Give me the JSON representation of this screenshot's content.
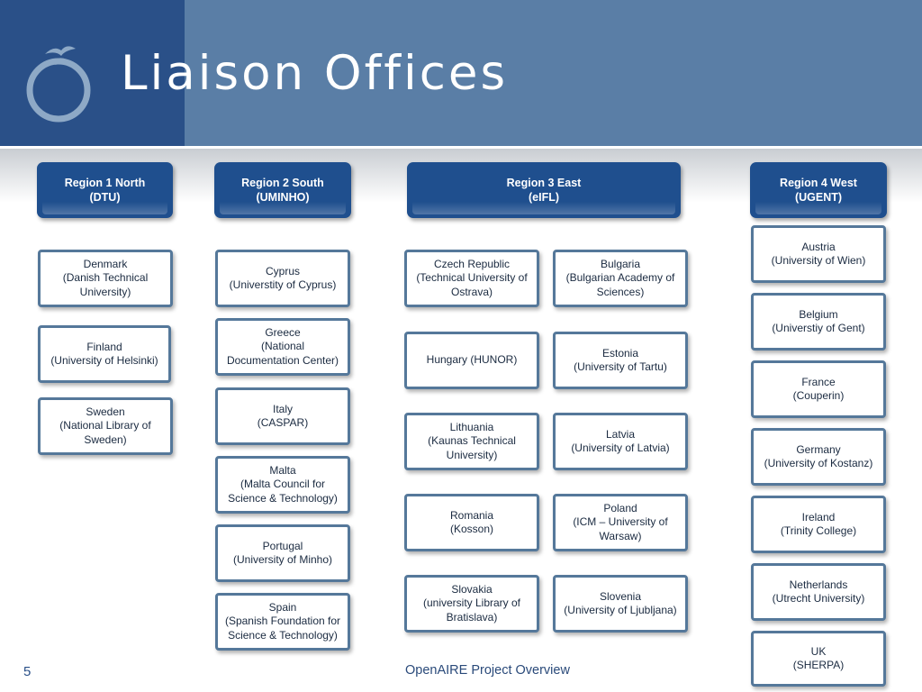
{
  "title": "Liaison Offices",
  "page_number": "5",
  "footer": "OpenAIRE Project Overview",
  "colors": {
    "header": "#5a7ea6",
    "header_dark": "#2a5088",
    "region_box": "#1f4f8e",
    "item_border": "#55789a"
  },
  "regions": [
    {
      "name": "Region 1 North",
      "org": "(DTU)"
    },
    {
      "name": "Region 2 South",
      "org": "(UMINHO)"
    },
    {
      "name": "Region 3 East",
      "org": "(eIFL)"
    },
    {
      "name": "Region 4 West",
      "org": "(UGENT)"
    }
  ],
  "offices": {
    "north": [
      [
        "Denmark",
        "(Danish Technical",
        "University)"
      ],
      [
        "Finland",
        "(University of Helsinki)"
      ],
      [
        "Sweden",
        "(National Library of",
        "Sweden)"
      ]
    ],
    "south": [
      [
        "Cyprus",
        "(Universtity of Cyprus)"
      ],
      [
        "Greece",
        "(National",
        "Documentation Center)"
      ],
      [
        "Italy",
        "(CASPAR)"
      ],
      [
        "Malta",
        "(Malta Council for",
        "Science & Technology)"
      ],
      [
        "Portugal",
        "(University of Minho)"
      ],
      [
        "Spain",
        "(Spanish Foundation for",
        "Science & Technology)"
      ]
    ],
    "east_left": [
      [
        "Czech Republic",
        "(Technical University of",
        "Ostrava)"
      ],
      [
        "Hungary (HUNOR)"
      ],
      [
        "Lithuania",
        "(Kaunas Technical",
        "University)"
      ],
      [
        "Romania",
        "(Kosson)"
      ],
      [
        "Slovakia",
        "(university Library of",
        "Bratislava)"
      ]
    ],
    "east_right": [
      [
        "Bulgaria",
        "(Bulgarian Academy of",
        "Sciences)"
      ],
      [
        "Estonia",
        "(University of Tartu)"
      ],
      [
        "Latvia",
        "(University of Latvia)"
      ],
      [
        "Poland",
        "(ICM – University of",
        "Warsaw)"
      ],
      [
        "Slovenia",
        "(University of Ljubljana)"
      ]
    ],
    "west": [
      [
        "Austria",
        "(University of Wien)"
      ],
      [
        "Belgium",
        "(Universtiy of Gent)"
      ],
      [
        "France",
        "(Couperin)"
      ],
      [
        "Germany",
        "(University of Kostanz)"
      ],
      [
        "Ireland",
        "(Trinity College)"
      ],
      [
        "Netherlands",
        "(Utrecht University)"
      ],
      [
        "UK",
        "(SHERPA)"
      ]
    ]
  }
}
